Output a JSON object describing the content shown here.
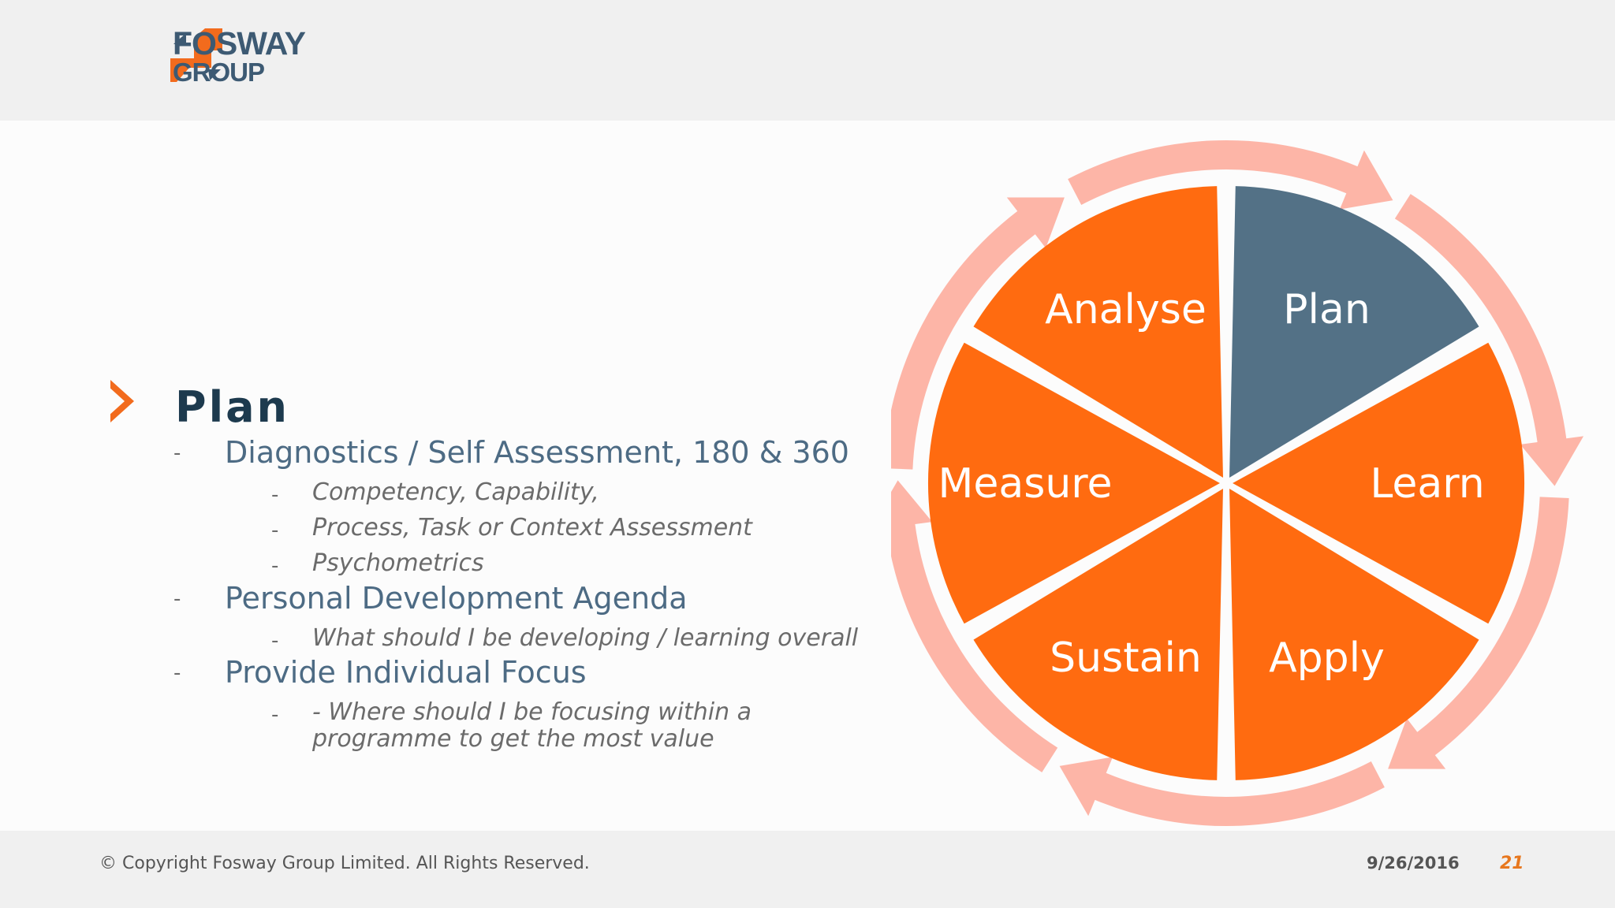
{
  "brand": {
    "line1": "FOSWAY",
    "line2": "GROUP"
  },
  "slide": {
    "heading": "Plan",
    "items": [
      {
        "label": "Diagnostics / Self Assessment, 180 & 360",
        "subs": [
          "Competency, Capability,",
          "Process, Task or Context Assessment",
          " Psychometrics"
        ]
      },
      {
        "label": "Personal Development Agenda",
        "subs": [
          "What should I be developing / learning overall"
        ]
      },
      {
        "label": "Provide Individual Focus",
        "subs": [
          "- Where should I be focusing within a",
          "programme to get the most value"
        ]
      }
    ],
    "dash": "-"
  },
  "cycle": {
    "segments": [
      "Analyse",
      "Plan",
      "Learn",
      "Apply",
      "Sustain",
      "Measure"
    ],
    "active": "Plan",
    "colors": {
      "segment": "#ff6b10",
      "active": "#537186",
      "ring": "#fdb5a7"
    }
  },
  "footer": {
    "copyright": "© Copyright Fosway Group Limited. All Rights Reserved.",
    "date": "9/26/2016",
    "page": "21"
  }
}
